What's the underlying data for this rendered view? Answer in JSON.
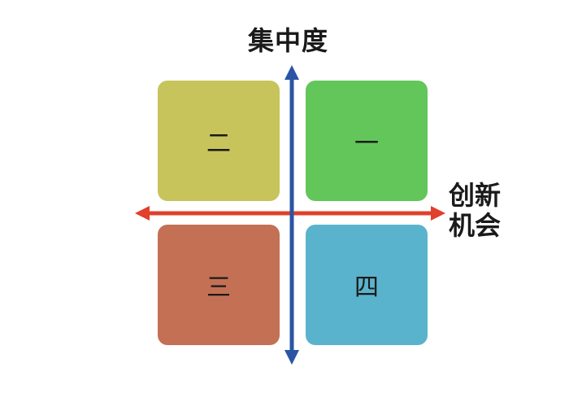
{
  "axes": {
    "y_title": "集中度",
    "x_title": "创新\n机会",
    "x_axis_color": "#e0402c",
    "y_axis_color": "#2a55a5"
  },
  "quadrants": [
    {
      "id": "q1",
      "label": "一",
      "color": "#62c65a"
    },
    {
      "id": "q2",
      "label": "二",
      "color": "#c7c45c"
    },
    {
      "id": "q3",
      "label": "三",
      "color": "#c47055"
    },
    {
      "id": "q4",
      "label": "四",
      "color": "#5ab3cc"
    }
  ]
}
